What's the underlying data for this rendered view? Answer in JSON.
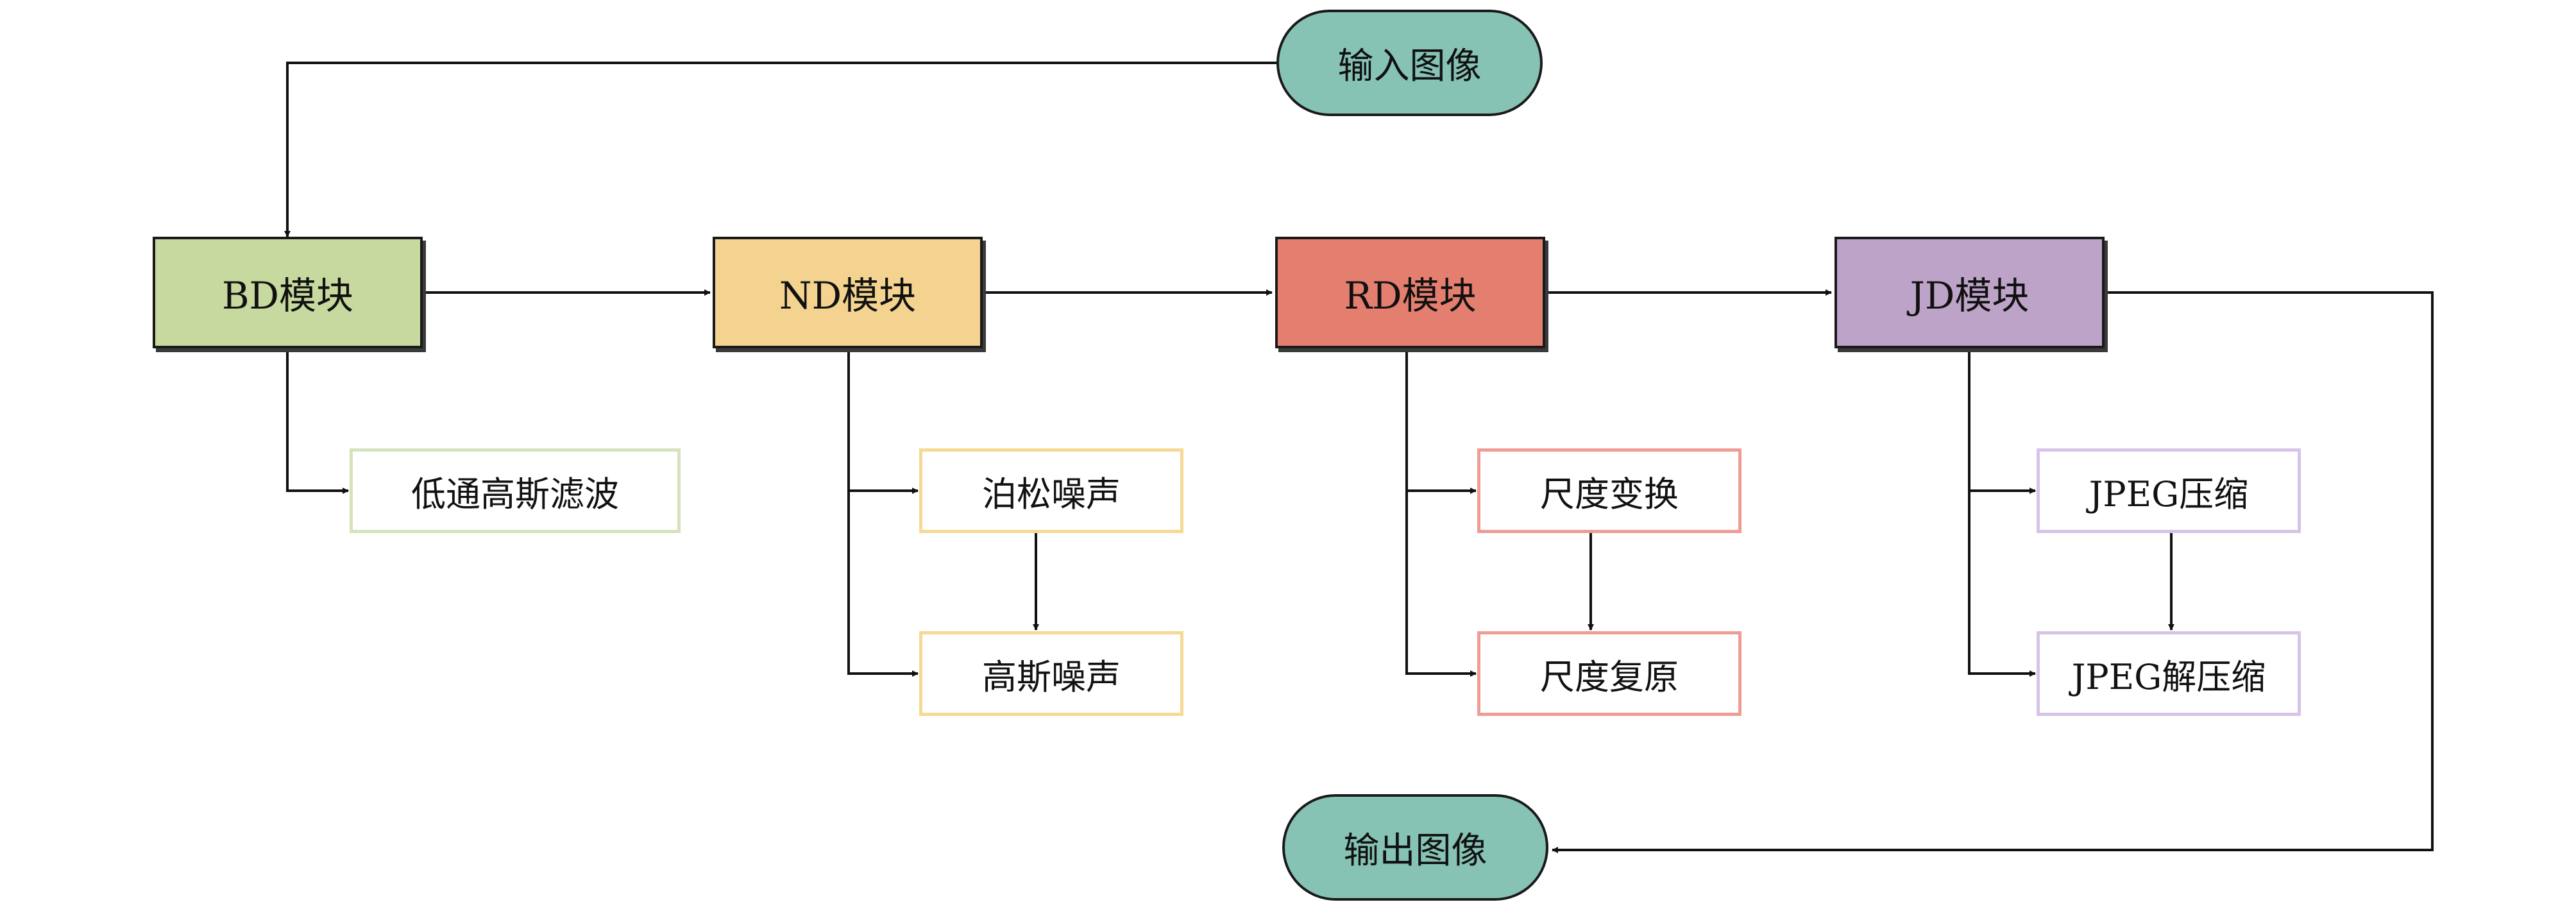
{
  "input_node": "输入图像",
  "output_node": "输出图像",
  "modules": [
    {
      "label": "BD模块",
      "fill": "#c7d99e",
      "border": "#d6e2bd",
      "steps": [
        "低通高斯滤波"
      ]
    },
    {
      "label": "ND模块",
      "fill": "#f3d38f",
      "border": "#f6d993",
      "steps": [
        "泊松噪声",
        "高斯噪声"
      ]
    },
    {
      "label": "RD模块",
      "fill": "#e47f70",
      "border": "#ef9c95",
      "steps": [
        "尺度变换",
        "尺度复原"
      ]
    },
    {
      "label": "JD模块",
      "fill": "#bea3c9",
      "border": "#d7c3e8",
      "steps": [
        "JPEG压缩",
        "JPEG解压缩"
      ]
    }
  ]
}
